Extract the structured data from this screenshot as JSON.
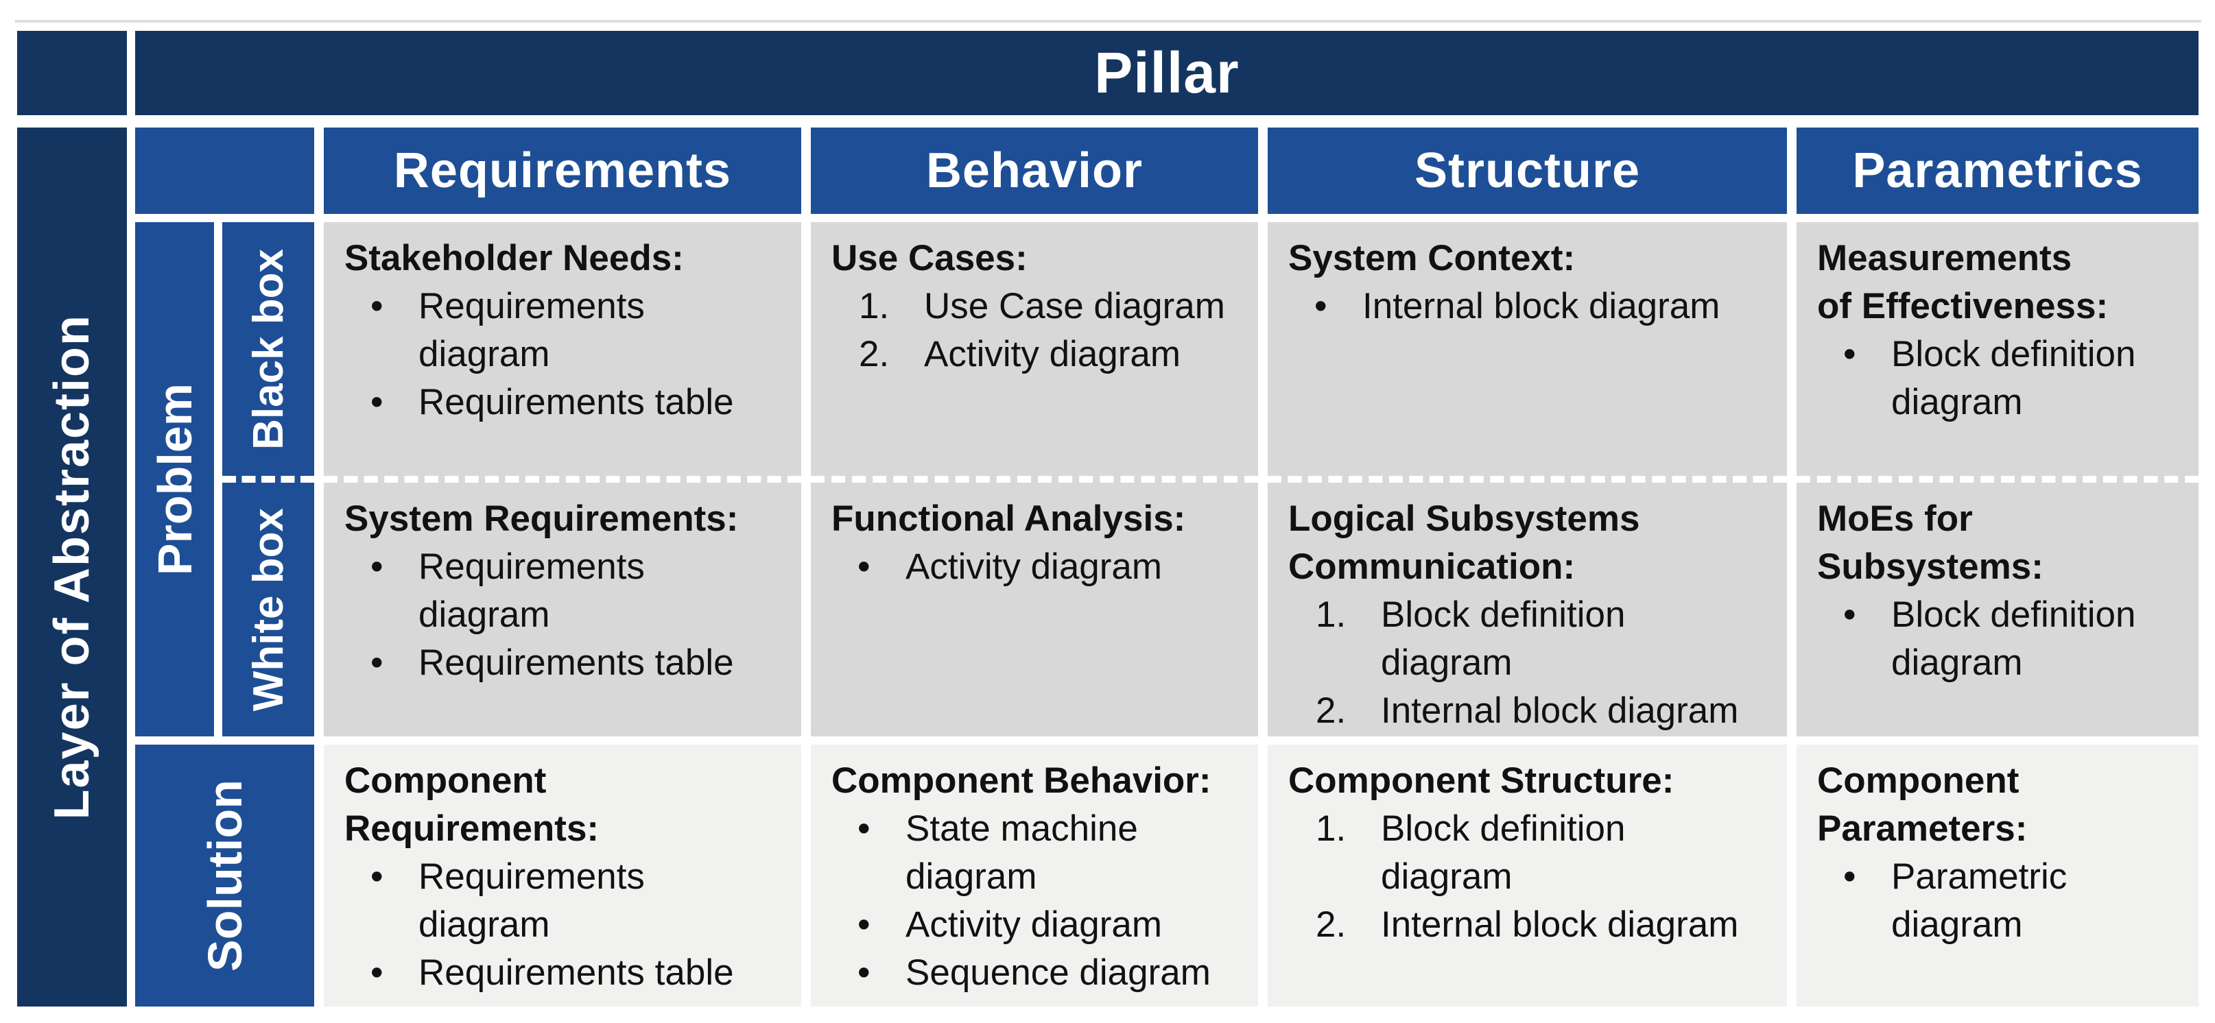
{
  "colors": {
    "dark_navy": "#143560",
    "medium_blue": "#1E4F96",
    "problem_cell_bg": "#D8D8D8",
    "solution_cell_bg": "#F1F1F0",
    "grid_line": "#FFFFFF",
    "header_text": "#FFFFFF",
    "body_text": "#111111"
  },
  "pillar_header": "Pillar",
  "row_axis_label": "Layer of Abstraction",
  "columns": [
    {
      "id": "requirements",
      "label": "Requirements"
    },
    {
      "id": "behavior",
      "label": "Behavior"
    },
    {
      "id": "structure",
      "label": "Structure"
    },
    {
      "id": "parametrics",
      "label": "Parametrics"
    }
  ],
  "row_groups": {
    "problem": {
      "label": "Problem",
      "sub_rows": [
        {
          "id": "black_box",
          "label": "Black box"
        },
        {
          "id": "white_box",
          "label": "White box"
        }
      ]
    },
    "solution": {
      "label": "Solution"
    }
  },
  "cells": [
    {
      "row": "black_box",
      "col": "requirements",
      "title": "Stakeholder Needs:",
      "list_style": "bullet",
      "items": [
        "Requirements\ndiagram",
        "Requirements table"
      ]
    },
    {
      "row": "black_box",
      "col": "behavior",
      "title": "Use Cases:",
      "list_style": "number",
      "items": [
        "Use Case diagram",
        "Activity diagram"
      ]
    },
    {
      "row": "black_box",
      "col": "structure",
      "title": "System Context:",
      "list_style": "bullet",
      "items": [
        "Internal block diagram"
      ]
    },
    {
      "row": "black_box",
      "col": "parametrics",
      "title": "Measurements\nof Effectiveness:",
      "list_style": "bullet",
      "items": [
        "Block definition\ndiagram"
      ]
    },
    {
      "row": "white_box",
      "col": "requirements",
      "title": "System Requirements:",
      "list_style": "bullet",
      "items": [
        "Requirements\ndiagram",
        "Requirements table"
      ]
    },
    {
      "row": "white_box",
      "col": "behavior",
      "title": "Functional Analysis:",
      "list_style": "bullet",
      "items": [
        "Activity diagram"
      ]
    },
    {
      "row": "white_box",
      "col": "structure",
      "title": "Logical Subsystems\nCommunication:",
      "list_style": "number",
      "items": [
        "Block definition\ndiagram",
        "Internal block diagram"
      ]
    },
    {
      "row": "white_box",
      "col": "parametrics",
      "title": "MoEs for\nSubsystems:",
      "list_style": "bullet",
      "items": [
        "Block definition\ndiagram"
      ]
    },
    {
      "row": "solution",
      "col": "requirements",
      "title": "Component\nRequirements:",
      "list_style": "bullet",
      "items": [
        "Requirements\ndiagram",
        "Requirements table"
      ]
    },
    {
      "row": "solution",
      "col": "behavior",
      "title": "Component Behavior:",
      "list_style": "bullet",
      "items": [
        "State machine\ndiagram",
        "Activity diagram",
        "Sequence diagram"
      ]
    },
    {
      "row": "solution",
      "col": "structure",
      "title": "Component Structure:",
      "list_style": "number",
      "items": [
        "Block definition\ndiagram",
        "Internal block diagram"
      ]
    },
    {
      "row": "solution",
      "col": "parametrics",
      "title": "Component\nParameters:",
      "list_style": "bullet",
      "items": [
        "Parametric\ndiagram"
      ]
    }
  ]
}
